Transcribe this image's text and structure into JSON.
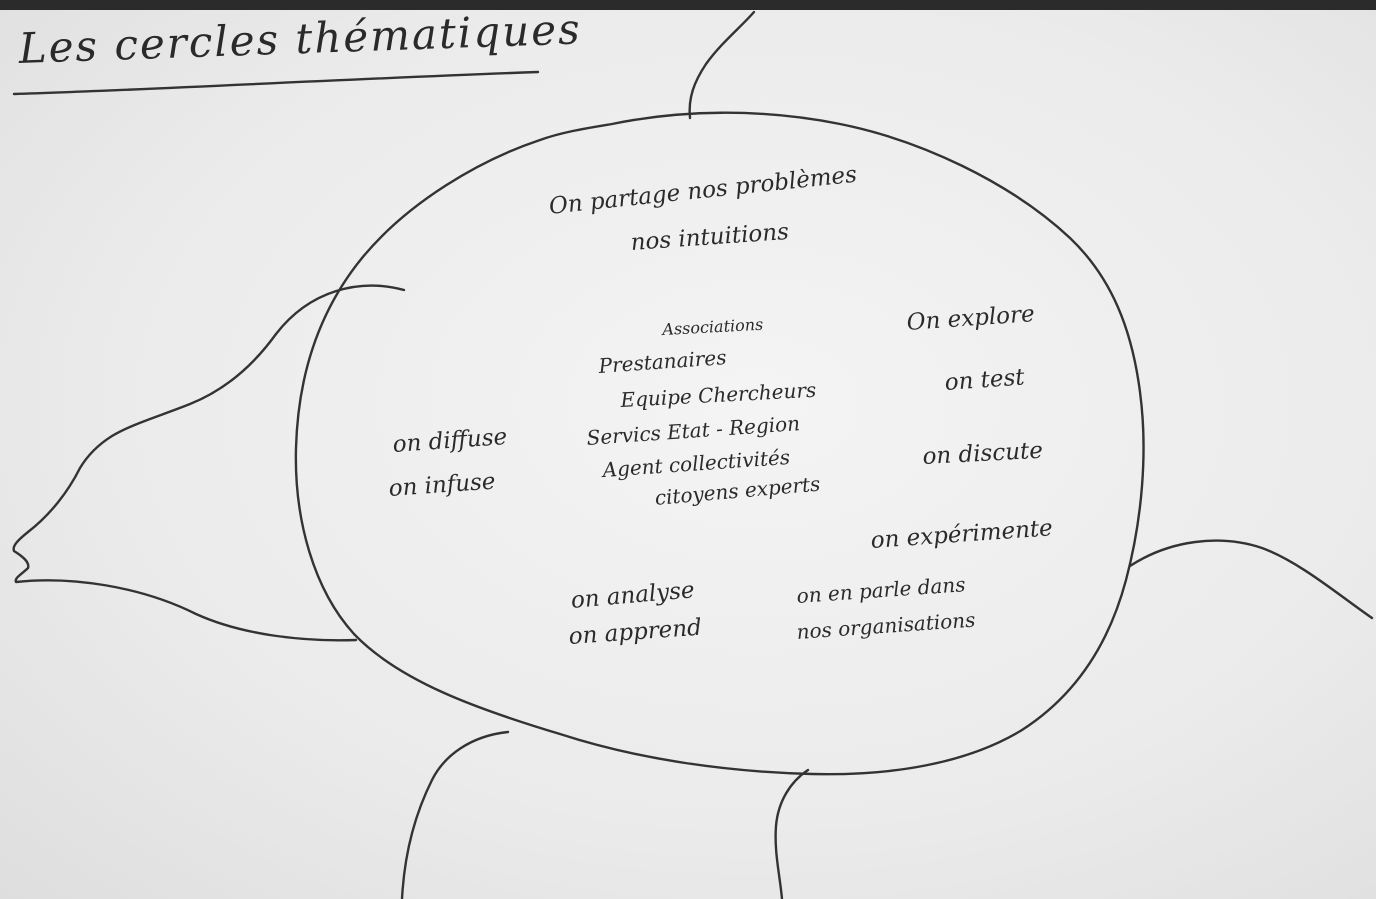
{
  "title": "Les cercles thématiques",
  "center_list": [
    "Associations",
    "Prestanaires",
    "Equipe Chercheurs",
    "Servics Etat - Region",
    "Agent collectivités",
    "citoyens experts"
  ],
  "activities": {
    "share_line1": "On partage nos problèmes",
    "share_line2": "nos intuitions",
    "explore": "On explore",
    "test": "on test",
    "discuss": "on discute",
    "experiment": "on expérimente",
    "talk_line1": "on en parle dans",
    "talk_line2": "nos organisations",
    "analyse": "on analyse",
    "learn": "on apprend",
    "diffuse": "on diffuse",
    "infuse": "on infuse"
  }
}
